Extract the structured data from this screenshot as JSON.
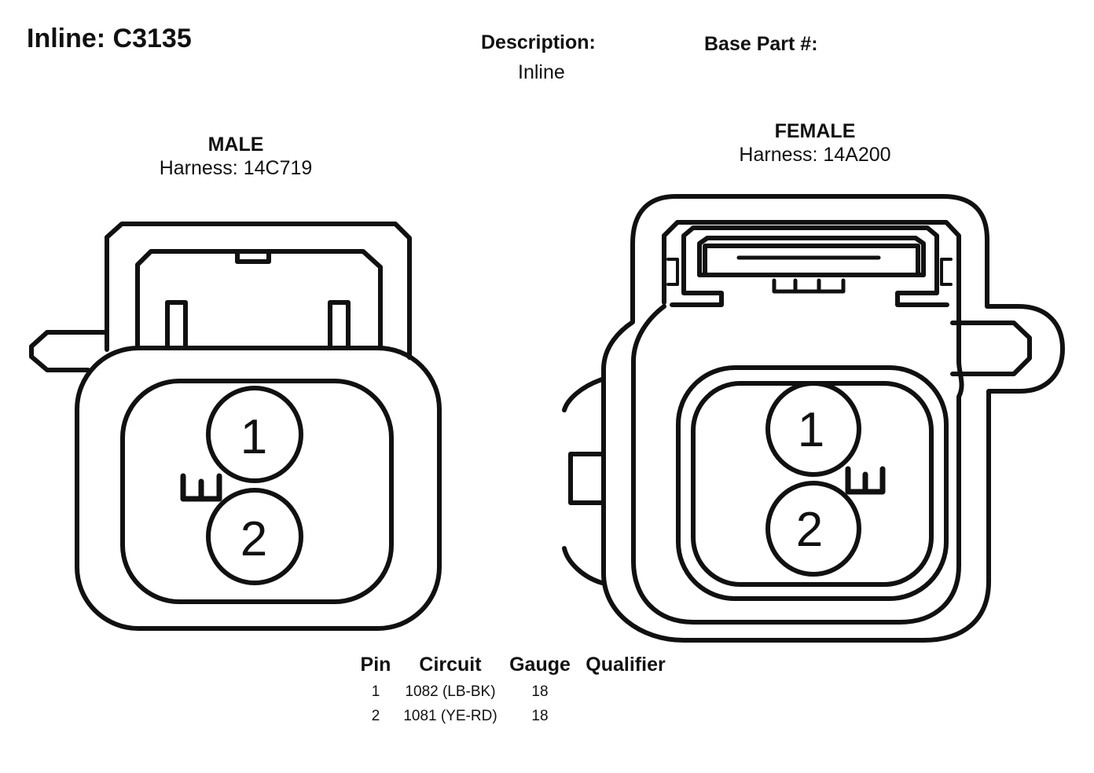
{
  "header": {
    "title": "Inline: C3135",
    "description_label": "Description:",
    "description_value": "Inline",
    "base_part_label": "Base Part #:"
  },
  "male": {
    "label": "MALE",
    "harness": "Harness: 14C719",
    "pins": [
      "1",
      "2"
    ]
  },
  "female": {
    "label": "FEMALE",
    "harness": "Harness: 14A200",
    "pins": [
      "1",
      "2"
    ]
  },
  "pin_table": {
    "headers": [
      "Pin",
      "Circuit",
      "Gauge",
      "Qualifier"
    ],
    "rows": [
      {
        "pin": "1",
        "circuit": "1082 (LB-BK)",
        "gauge": "18",
        "qualifier": ""
      },
      {
        "pin": "2",
        "circuit": "1081 (YE-RD)",
        "gauge": "18",
        "qualifier": ""
      }
    ]
  }
}
